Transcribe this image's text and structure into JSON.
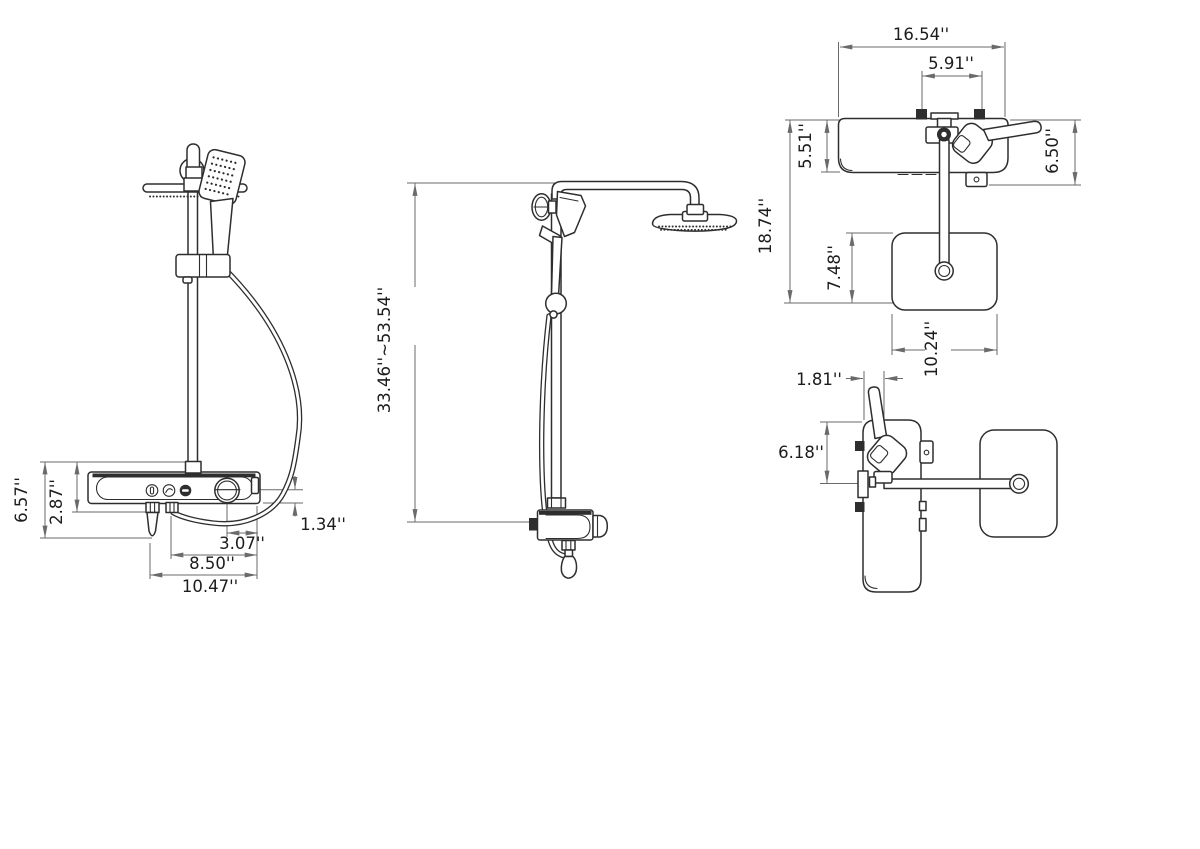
{
  "drawing": {
    "colors": {
      "line": "#2e2e2e",
      "dim": "#6a6a6a",
      "ink": "#1c1c1c",
      "paper": "#ffffff"
    },
    "views": {
      "front": {
        "dims": {
          "overall_height": "6.57''",
          "body_height": "2.87''",
          "outlet_offset": "1.34''",
          "knob_to_edge": "3.07''",
          "hose_to_edge": "8.50''",
          "lever_to_edge": "10.47''"
        }
      },
      "side": {
        "dims": {
          "height_range": "33.46''~53.54''"
        }
      },
      "top": {
        "dims": {
          "shelf_width": "16.54''",
          "mount_spacing": "5.91''",
          "shelf_depth": "5.51''",
          "arm_side_depth": "6.50''",
          "overall_depth": "18.74''",
          "head_inset_depth": "7.48''",
          "head_width": "10.24''"
        }
      },
      "plan": {
        "dims": {
          "handle_offset": "1.81''",
          "arm_depth": "6.18''"
        }
      }
    }
  }
}
